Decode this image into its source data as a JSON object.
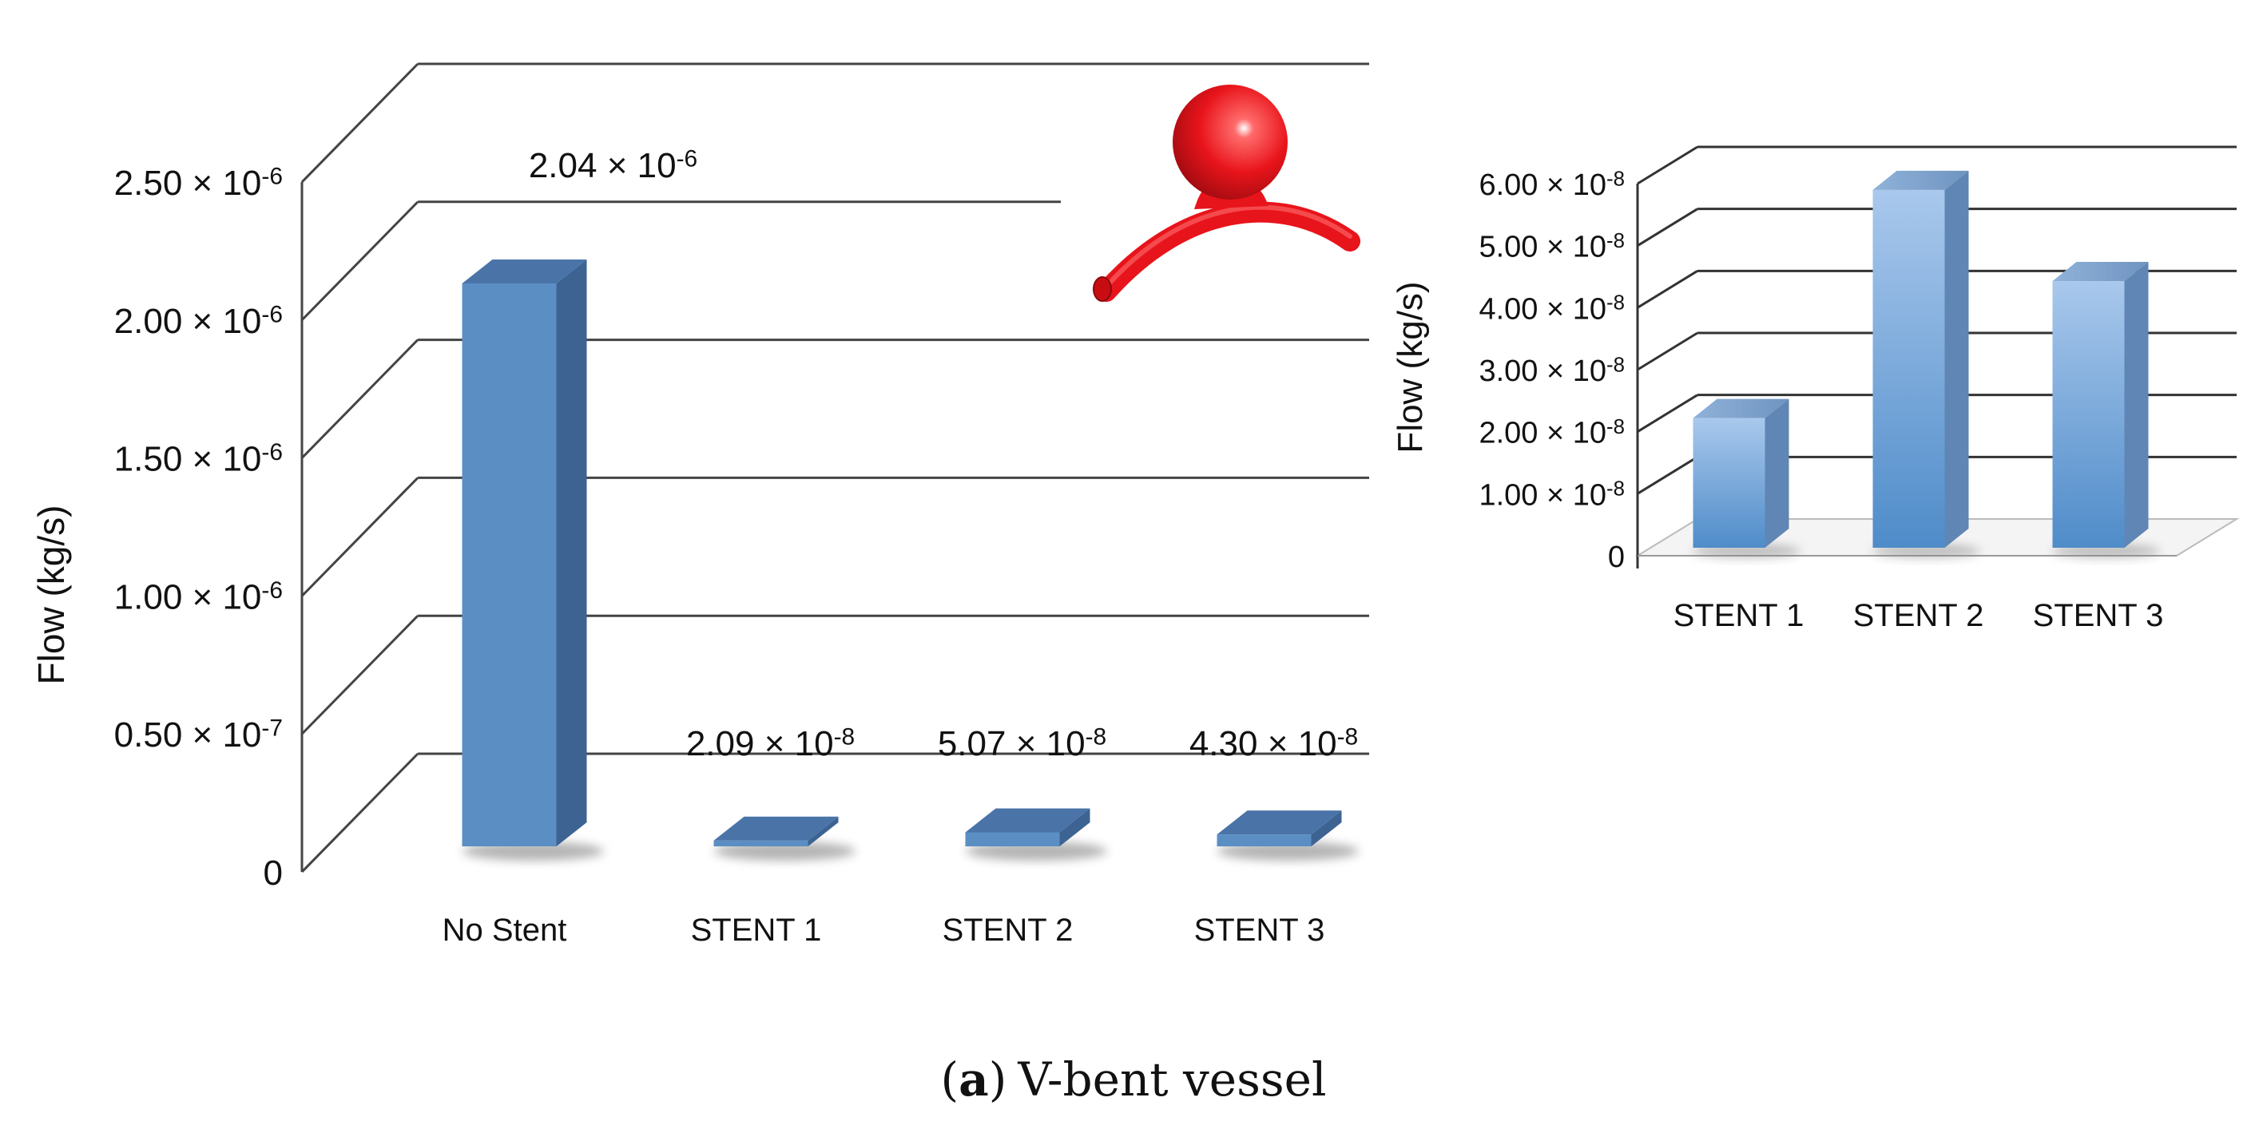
{
  "chart_data": [
    {
      "type": "bar",
      "categories": [
        "No Stent",
        "STENT 1",
        "STENT 2",
        "STENT 3"
      ],
      "values": [
        2.04e-06,
        2.09e-08,
        5.07e-08,
        4.3e-08
      ],
      "data_labels": [
        {
          "mant": "2.04",
          "exp": "-6"
        },
        {
          "mant": "2.09",
          "exp": "-8"
        },
        {
          "mant": "5.07",
          "exp": "-8"
        },
        {
          "mant": "4.30",
          "exp": "-8"
        }
      ],
      "ylabel": "Flow (kg/s)",
      "ylim": [
        0,
        2.5e-06
      ],
      "yticks": [
        {
          "mant": "",
          "exp": "",
          "zero": "0"
        },
        {
          "mant": "0.50",
          "exp": "-7"
        },
        {
          "mant": "1.00",
          "exp": "-6"
        },
        {
          "mant": "1.50",
          "exp": "-6"
        },
        {
          "mant": "2.00",
          "exp": "-6"
        },
        {
          "mant": "2.50",
          "exp": "-6"
        }
      ],
      "bar_color": "#5b8fc4",
      "grid": true
    },
    {
      "type": "bar",
      "categories": [
        "STENT 1",
        "STENT 2",
        "STENT 3"
      ],
      "values": [
        2.09e-08,
        5.77e-08,
        4.3e-08
      ],
      "ylabel": "Flow (kg/s)",
      "ylim": [
        0,
        6e-08
      ],
      "yticks": [
        {
          "mant": "",
          "exp": "",
          "zero": "0"
        },
        {
          "mant": "1.00",
          "exp": "-8"
        },
        {
          "mant": "2.00",
          "exp": "-8"
        },
        {
          "mant": "3.00",
          "exp": "-8"
        },
        {
          "mant": "4.00",
          "exp": "-8"
        },
        {
          "mant": "5.00",
          "exp": "-8"
        },
        {
          "mant": "6.00",
          "exp": "-8"
        }
      ],
      "bar_color": "#6aa0d8",
      "grid": true
    }
  ],
  "caption": {
    "letter": "a",
    "text": "V-bent vessel"
  },
  "inset_icon": "aneurysm-vessel-icon",
  "colors": {
    "vessel": "#e8141b",
    "grid": "#444444"
  }
}
